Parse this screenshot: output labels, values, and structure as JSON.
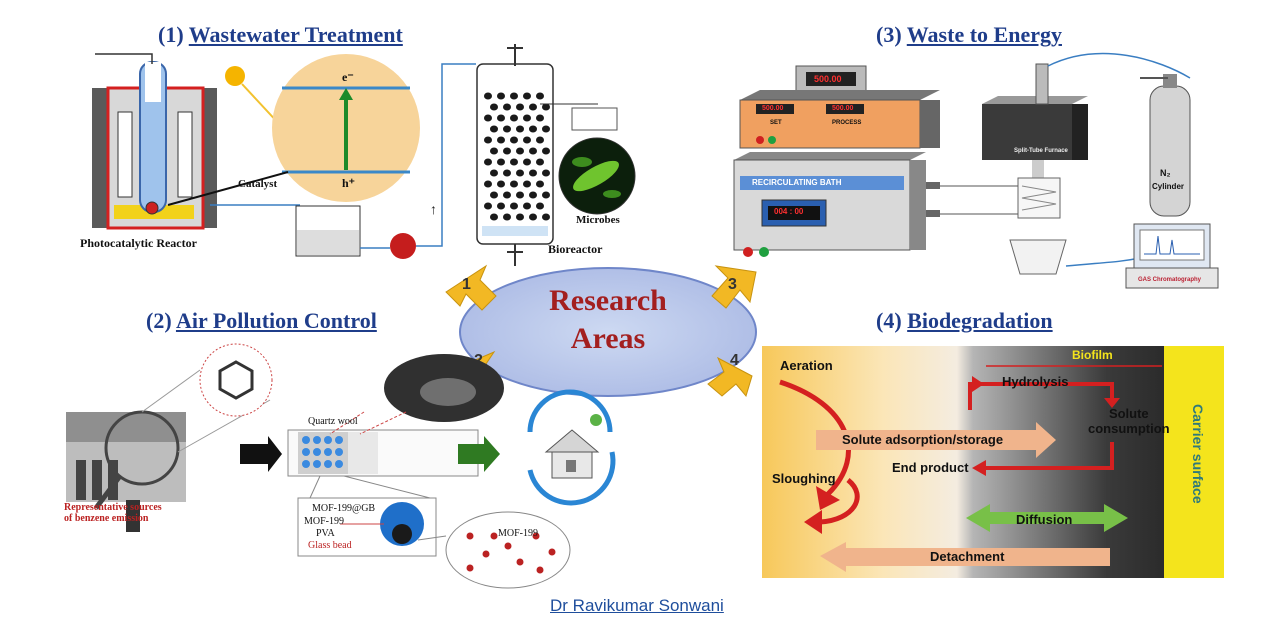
{
  "quadrants": {
    "q1": {
      "number": "(1)",
      "title": "Wastewater Treatment",
      "labels": {
        "reactor": "Photocatalytic Reactor",
        "catalyst": "Catalyst",
        "electron": "e⁻",
        "hole": "h⁺",
        "microbes": "Microbes",
        "bioreactor": "Bioreactor"
      }
    },
    "q2": {
      "number": "(2)",
      "title": "Air Pollution Control",
      "labels": {
        "quartz": "Quartz wool",
        "sources_line1": "Representative sources",
        "sources_line2": "of benzene emission",
        "mof_gb": "MOF-199@GB",
        "mof": "MOF-199",
        "pva": "PVA",
        "glass": "Glass bead",
        "mof_struct": "MOF-199"
      }
    },
    "q3": {
      "number": "(3)",
      "title": "Waste to Energy",
      "labels": {
        "furnace_display": "500.00",
        "set_display": "500.00",
        "process_display": "500.00",
        "set": "SET",
        "process": "PROCESS",
        "bath": "RECIRCULATING BATH",
        "bath_display": "004 : 00",
        "split_tube": "Split-Tube Furnace",
        "n2": "N₂",
        "cylinder": "Cylinder",
        "gc": "GAS Chromatography"
      }
    },
    "q4": {
      "number": "(4)",
      "title": "Biodegradation",
      "labels": {
        "biofilm": "Biofilm",
        "aeration": "Aeration",
        "hydrolysis": "Hydrolysis",
        "solute_line1": "Solute",
        "solute_line2": "consumption",
        "adsorption": "Solute adsorption/storage",
        "end_product": "End product",
        "sloughing": "Sloughing",
        "diffusion": "Diffusion",
        "detachment": "Detachment",
        "carrier": "Carrier surface"
      }
    }
  },
  "center": {
    "line1": "Research",
    "line2": "Areas",
    "arrows": [
      "1",
      "2",
      "3",
      "4"
    ]
  },
  "author": "Dr Ravikumar Sonwani",
  "colors": {
    "title_blue": "#1f3d8a",
    "center_text": "#a31f1f",
    "arrow_gold": "#f2b824",
    "carrier_yellow": "#f4e41c"
  }
}
